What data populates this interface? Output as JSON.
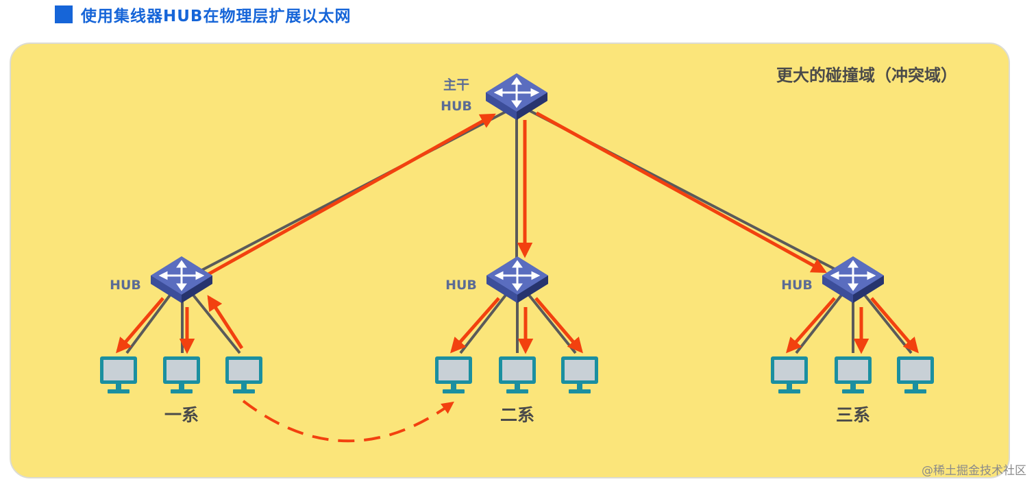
{
  "title": "使用集线器HUB在物理层扩展以太网",
  "collision_domain_label": "更大的碰撞域（冲突域）",
  "backbone_hub": {
    "line1": "主干",
    "line2": "HUB"
  },
  "hub_label": "HUB",
  "departments": [
    "一系",
    "二系",
    "三系"
  ],
  "watermark": "@稀土掘金技术社区",
  "colors": {
    "title_blue": "#1665d8",
    "panel_yellow": "#fbe57a",
    "link_gray": "#5a5a5a",
    "signal_red": "#f2410f",
    "hub_blue": "#3c4e9a",
    "monitor_teal": "#1b8fa0"
  },
  "icons": [
    "hub-icon",
    "computer-icon"
  ]
}
